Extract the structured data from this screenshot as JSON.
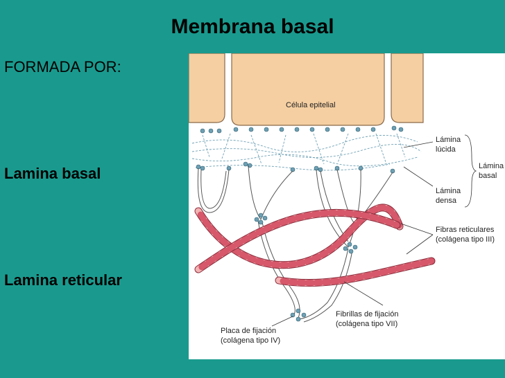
{
  "slide": {
    "title": "Membrana basal",
    "formada": "FORMADA POR:",
    "lamina_basal": "Lamina basal",
    "lamina_reticular": "Lamina reticular"
  },
  "figure": {
    "cell_label": "Célula epitelial",
    "lamina_lucida": [
      "Lámina",
      "lúcida"
    ],
    "lamina_densa": [
      "Lámina",
      "densa"
    ],
    "lamina_basal": [
      "Lámina",
      "basal"
    ],
    "fibras_reticulares": [
      "Fibras reticulares",
      "(colágena tipo III)"
    ],
    "fibrillas_fijacion": [
      "Fibrillas de fijación",
      "(colágena tipo VII)"
    ],
    "placa_fijacion": [
      "Placa de fijación",
      "(colágena tipo IV)"
    ]
  },
  "colors": {
    "background": "#1a9a8e",
    "cell": "#f5cfa2",
    "fiber_light": "#f2b3b3",
    "fiber_dark": "#d6586a",
    "dots": "#6ea0b4"
  }
}
